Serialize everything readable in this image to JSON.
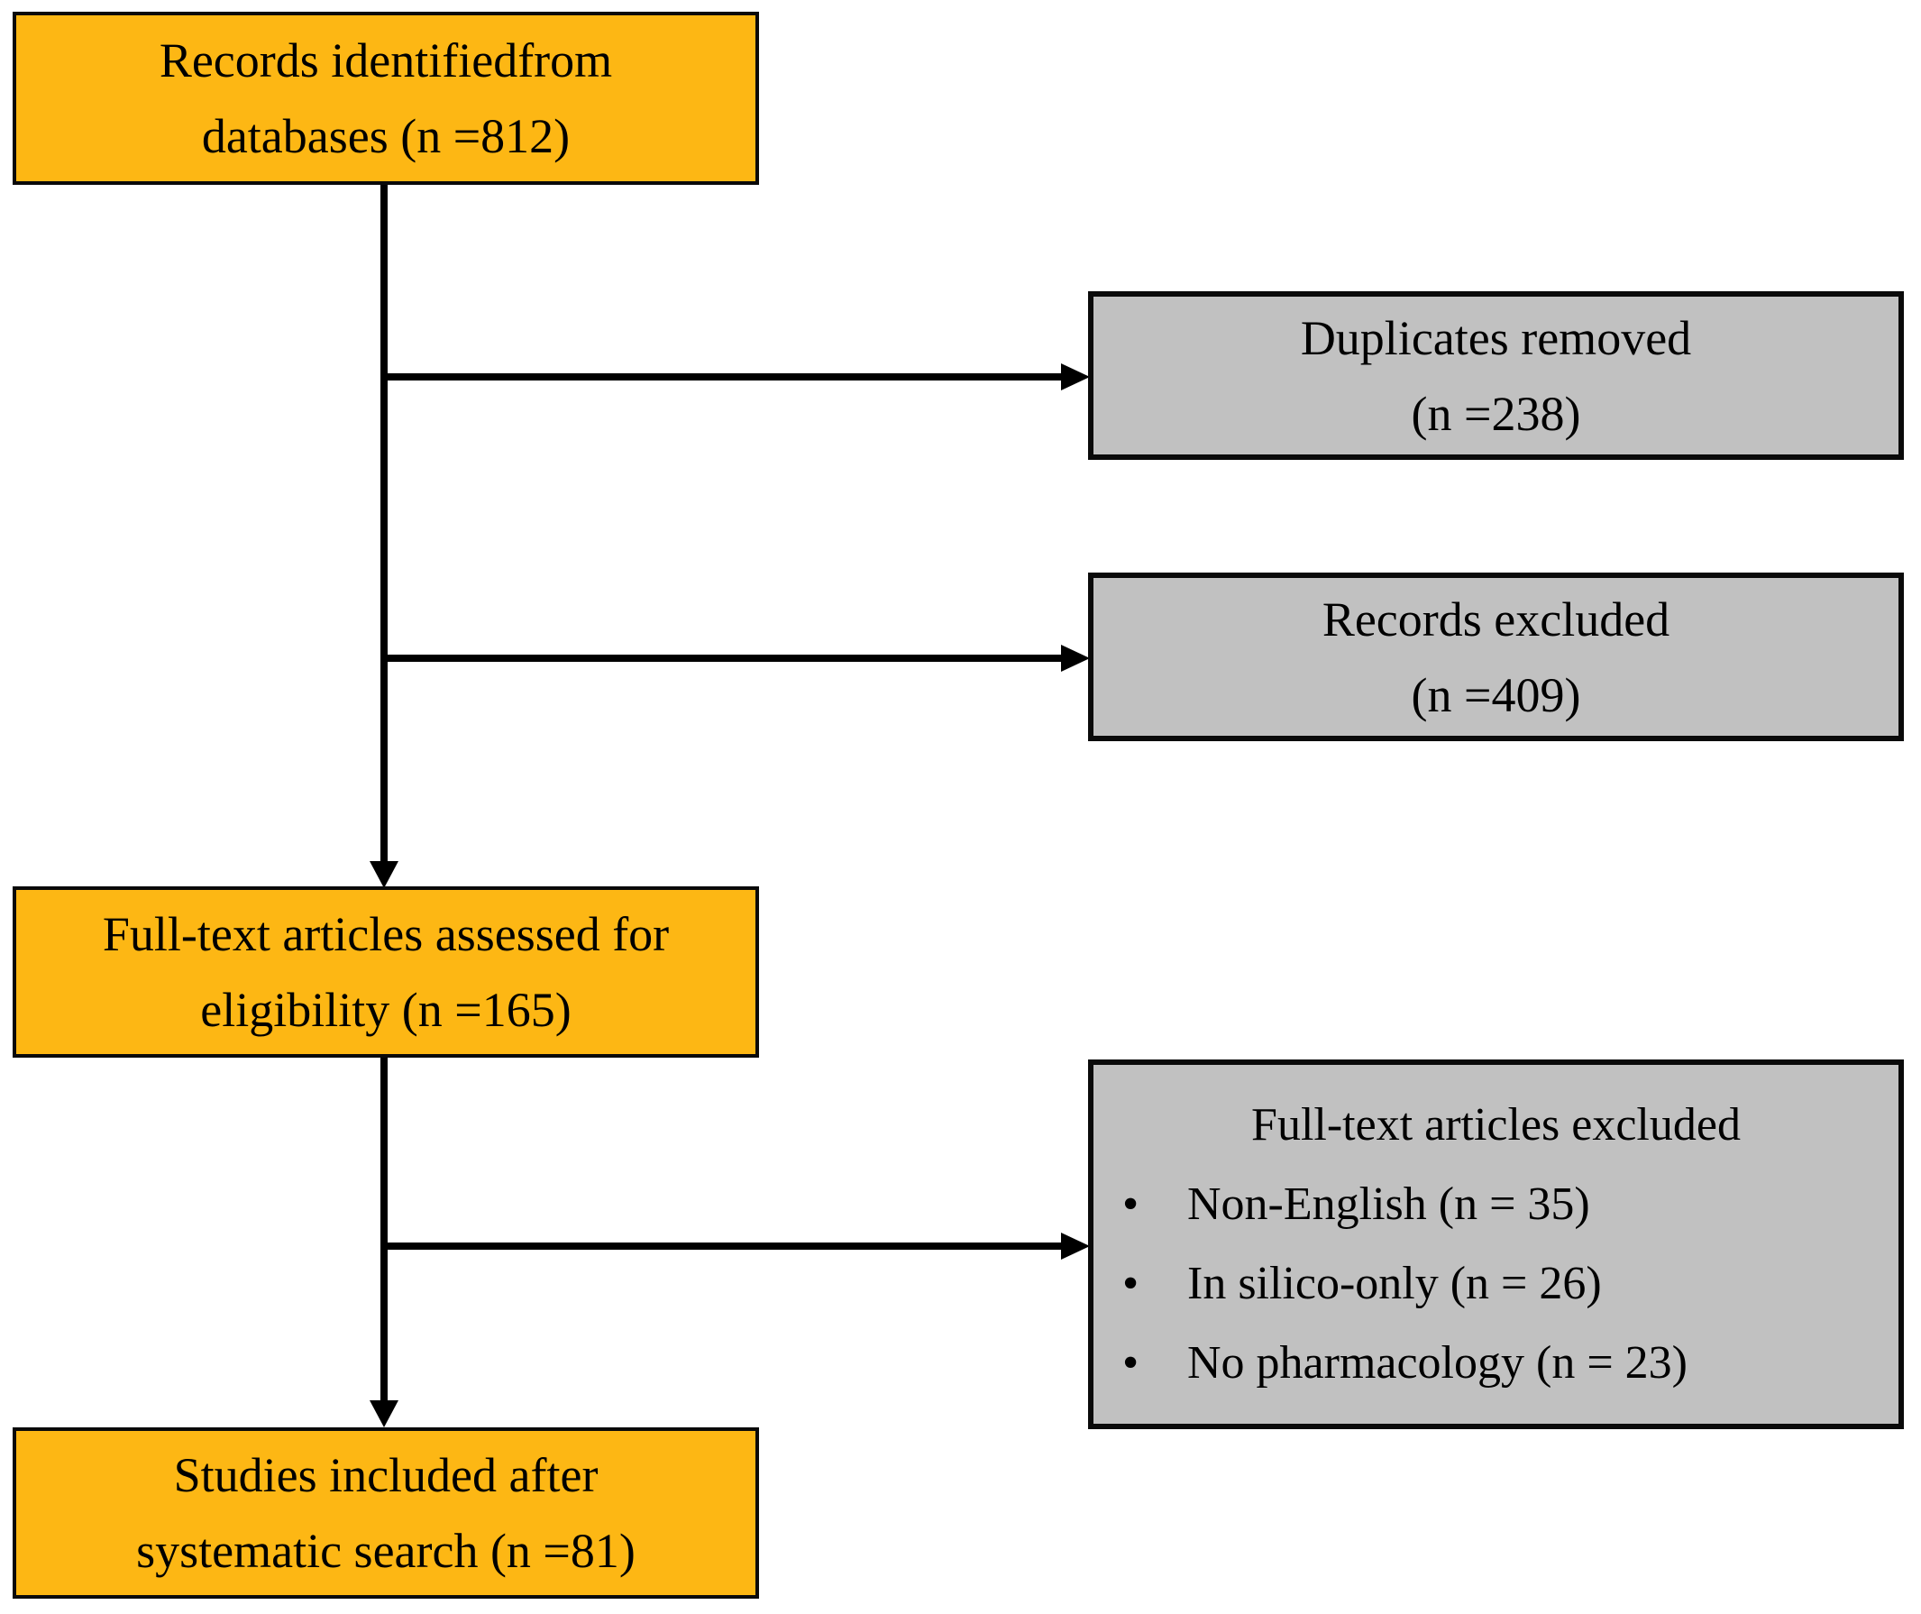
{
  "diagram": {
    "type": "flowchart",
    "description_colors": {
      "primary_box_fill": "#FDB714",
      "secondary_box_fill": "#C1C1C1",
      "border": "#000000",
      "connector": "#000000",
      "background": "#FFFFFF"
    },
    "glyphs": {
      "bullet": "•"
    },
    "boxes": {
      "records_identified": {
        "line1": "Records identifiedfrom",
        "line2": "databases (n =812)"
      },
      "duplicates_removed": {
        "line1": "Duplicates removed",
        "line2": "(n =238)"
      },
      "records_excluded": {
        "line1": "Records excluded",
        "line2": "(n =409)"
      },
      "fulltext_assessed": {
        "line1": "Full-text articles assessed for",
        "line2": "eligibility (n =165)"
      },
      "fulltext_excluded": {
        "heading": "Full-text articles excluded",
        "items": [
          "Non-English (n = 35)",
          "In silico-only (n = 26)",
          "No pharmacology (n = 23)"
        ]
      },
      "studies_included": {
        "line1": "Studies included after",
        "line2": "systematic search (n =81)"
      }
    }
  }
}
